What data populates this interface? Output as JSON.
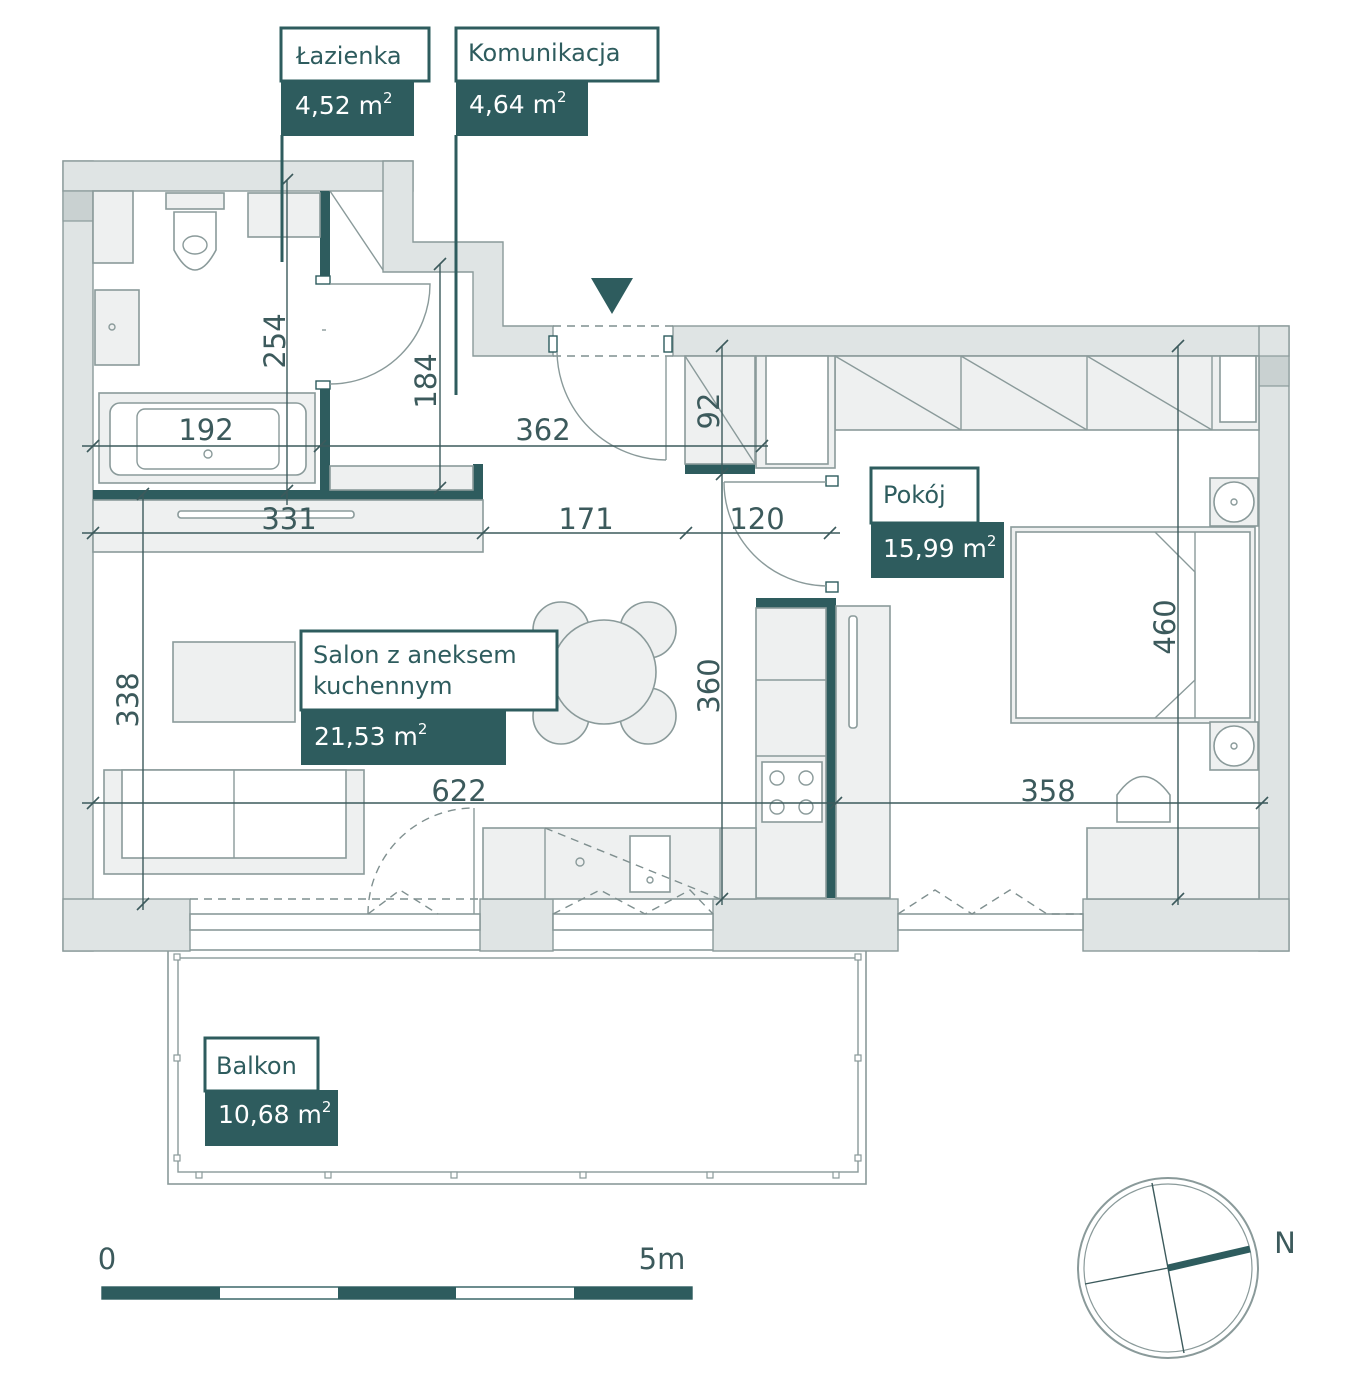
{
  "rooms": [
    {
      "id": "lazienka",
      "name": "Łazienka",
      "area": "4,52 m",
      "sup": "2"
    },
    {
      "id": "komunikacja",
      "name": "Komunikacja",
      "area": "4,64 m",
      "sup": "2"
    },
    {
      "id": "pokoj",
      "name": "Pokój",
      "area": "15,99 m",
      "sup": "2"
    },
    {
      "id": "salon",
      "name_line1": "Salon z aneksem",
      "name_line2": "kuchennym",
      "area": "21,53 m",
      "sup": "2"
    },
    {
      "id": "balkon",
      "name": "Balkon",
      "area": "10,68 m",
      "sup": "2"
    }
  ],
  "dimensions": [
    "254",
    "184",
    "192",
    "362",
    "92",
    "331",
    "171",
    "120",
    "460",
    "338",
    "360",
    "622",
    "358"
  ],
  "scale": {
    "start": "0",
    "end": "5m"
  },
  "compass": {
    "label": "N"
  },
  "colors": {
    "accent": "#2e5c5e",
    "wall": "#dfe4e4",
    "line": "#8a9a9a"
  },
  "icons": [
    "entrance-arrow-icon",
    "compass-icon"
  ]
}
